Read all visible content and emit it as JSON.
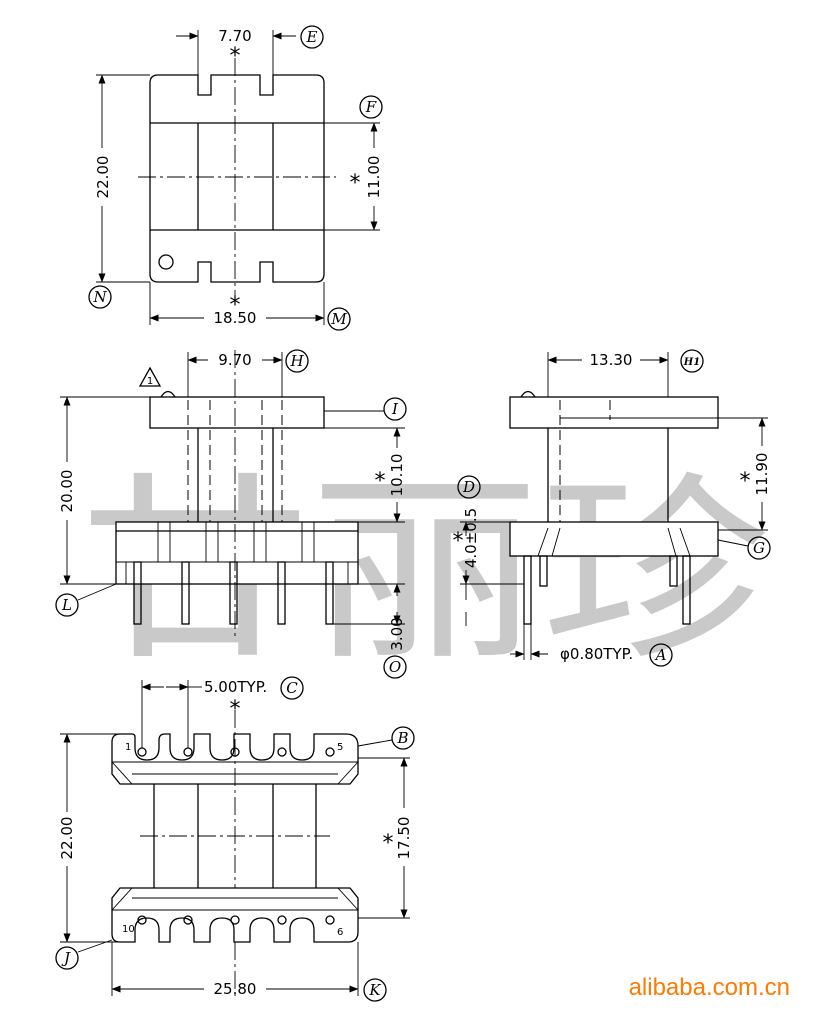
{
  "watermark": "甘丽珍",
  "site": "alibaba.com.cn",
  "warning_symbol": "1",
  "star": "*",
  "top_view": {
    "dim_width_top": "7.70",
    "dim_height": "22.00",
    "dim_center": "11.00",
    "dim_bottom": "18.50",
    "labels": {
      "E": "E",
      "F": "F",
      "N": "N",
      "M": "M"
    }
  },
  "front_view": {
    "dim_top": "9.70",
    "dim_height": "20.00",
    "dim_upper": "10.10",
    "dim_base": "4.0±0.5",
    "dim_pin": "3.00",
    "labels": {
      "H": "H",
      "I": "I",
      "D": "D",
      "L": "L",
      "O": "O"
    }
  },
  "side_view": {
    "dim_top": "13.30",
    "dim_height": "11.90",
    "dim_pin_dia": "φ0.80TYP.",
    "labels": {
      "H1": "H1",
      "G": "G",
      "A": "A"
    }
  },
  "bottom_view": {
    "dim_pitch": "5.00TYP.",
    "dim_height": "22.00",
    "dim_inner": "17.50",
    "dim_width": "25.80",
    "pins": {
      "p1": "1",
      "p5": "5",
      "p6": "6",
      "p10": "10"
    },
    "labels": {
      "C": "C",
      "B": "B",
      "J": "J",
      "K": "K"
    }
  }
}
